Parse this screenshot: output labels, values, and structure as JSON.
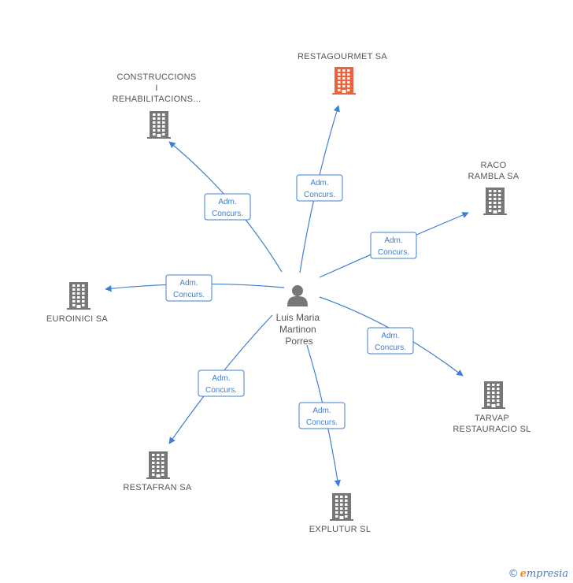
{
  "center": {
    "name_lines": [
      "Luis Maria",
      "Martinon",
      "Porres"
    ]
  },
  "relation": {
    "line1": "Adm.",
    "line2": "Concurs."
  },
  "nodes": [
    {
      "id": "restagourmet",
      "lines": [
        "RESTAGOURMET SA"
      ],
      "highlight": true
    },
    {
      "id": "construccions",
      "lines": [
        "CONSTRUCCIONS",
        "I",
        "REHABILITACIONS..."
      ],
      "highlight": false
    },
    {
      "id": "raco",
      "lines": [
        "RACO",
        "RAMBLA SA"
      ],
      "highlight": false
    },
    {
      "id": "euroinici",
      "lines": [
        "EUROINICI SA"
      ],
      "highlight": false
    },
    {
      "id": "tarvap",
      "lines": [
        "TARVAP",
        "RESTAURACIO SL"
      ],
      "highlight": false
    },
    {
      "id": "restafran",
      "lines": [
        "RESTAFRAN SA"
      ],
      "highlight": false
    },
    {
      "id": "explutur",
      "lines": [
        "EXPLUTUR SL"
      ],
      "highlight": false
    }
  ],
  "colors": {
    "edge": "#3d7fd1",
    "building": "#777777",
    "building_highlight": "#f0603a",
    "person": "#777777"
  },
  "footer": {
    "copyright": "©",
    "brand_initial": "e",
    "brand_rest": "mpresia"
  }
}
